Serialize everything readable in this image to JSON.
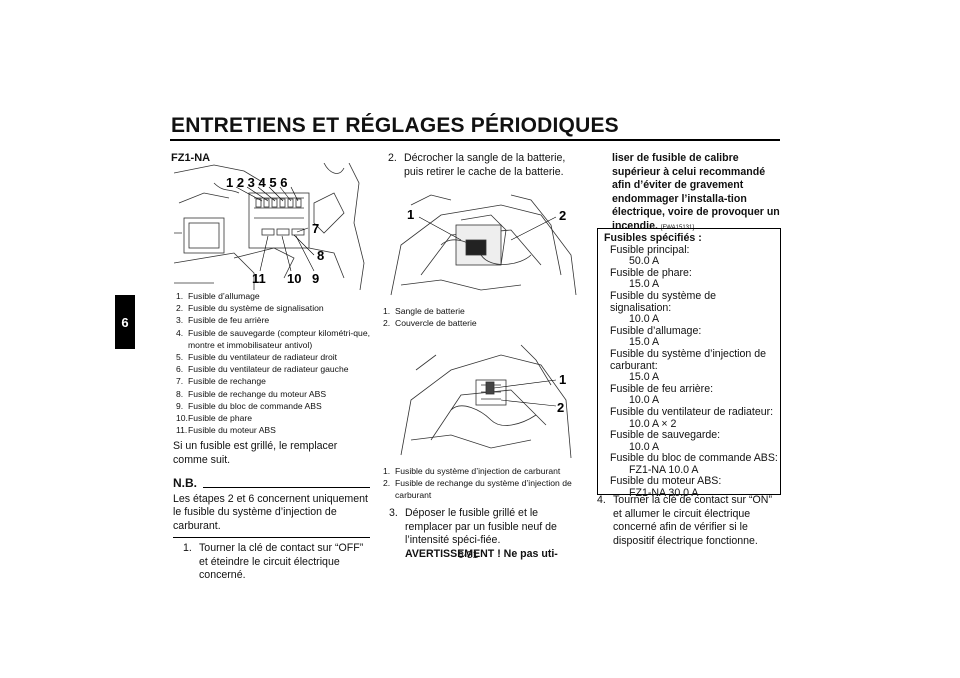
{
  "header": {
    "title": "ENTRETIENS ET RÉGLAGES PÉRIODIQUES",
    "chapter_tab": "6",
    "page_number": "6-31"
  },
  "col1": {
    "model": "FZ1-NA",
    "figure_callouts": {
      "top": "1 2 3 4 5 6",
      "c7": "7",
      "c8": "8",
      "c9": "9",
      "c10": "10",
      "c11": "11"
    },
    "captions": [
      {
        "n": "1.",
        "t": "Fusible d’allumage"
      },
      {
        "n": "2.",
        "t": "Fusible du système de signalisation"
      },
      {
        "n": "3.",
        "t": "Fusible de feu arrière"
      },
      {
        "n": "4.",
        "t": "Fusible de sauvegarde (compteur kilométri-que, montre et immobilisateur antivol)"
      },
      {
        "n": "5.",
        "t": "Fusible du ventilateur de radiateur droit"
      },
      {
        "n": "6.",
        "t": "Fusible du ventilateur de radiateur gauche"
      },
      {
        "n": "7.",
        "t": "Fusible de rechange"
      },
      {
        "n": "8.",
        "t": "Fusible de rechange du moteur ABS"
      },
      {
        "n": "9.",
        "t": "Fusible du bloc de commande ABS"
      },
      {
        "n": "10.",
        "t": "Fusible de phare"
      },
      {
        "n": "11.",
        "t": "Fusible du moteur ABS"
      }
    ],
    "para": "Si un fusible est grillé, le remplacer comme suit.",
    "nb_title": "N.B.",
    "nb_text": "Les étapes 2 et 6 concernent uniquement le fusible du système d’injection de carburant.",
    "step1_n": "1.",
    "step1": "Tourner la clé de contact sur “OFF” et éteindre le circuit électrique concerné."
  },
  "col2": {
    "step2_n": "2.",
    "step2": "Décrocher la sangle de la batterie, puis retirer le cache de la batterie.",
    "fig1_labels": {
      "a": "1",
      "b": "2"
    },
    "fig1_captions": [
      {
        "n": "1.",
        "t": "Sangle de batterie"
      },
      {
        "n": "2.",
        "t": "Couvercle de batterie"
      }
    ],
    "fig2_labels": {
      "a": "1",
      "b": "2"
    },
    "fig2_captions": [
      {
        "n": "1.",
        "t": "Fusible du système d’injection de carburant"
      },
      {
        "n": "2.",
        "t": "Fusible de rechange du système d’injection de carburant"
      }
    ],
    "step3_n": "3.",
    "step3": "Déposer le fusible grillé et le remplacer par un fusible neuf de l’intensité spéci-fiée.",
    "step3_warn": "AVERTISSEMENT ! Ne pas uti-"
  },
  "col3": {
    "warn_cont": "liser de fusible de calibre supérieur à celui recommandé afin d’éviter de gravement endommager l’installa-tion électrique, voire de provoquer un incendie.",
    "warn_code": "[FWA15131]",
    "spec": {
      "title": "Fusibles spécifiés :",
      "lines": [
        {
          "lvl": 1,
          "t": "Fusible principal:"
        },
        {
          "lvl": 2,
          "t": "50.0 A"
        },
        {
          "lvl": 1,
          "t": "Fusible de phare:"
        },
        {
          "lvl": 2,
          "t": "15.0 A"
        },
        {
          "lvl": 1,
          "t": "Fusible du système de signalisation:"
        },
        {
          "lvl": 2,
          "t": "10.0 A"
        },
        {
          "lvl": 1,
          "t": "Fusible d’allumage:"
        },
        {
          "lvl": 2,
          "t": "15.0 A"
        },
        {
          "lvl": 1,
          "t": "Fusible du système d’injection de"
        },
        {
          "lvl": 1,
          "t": "carburant:"
        },
        {
          "lvl": 2,
          "t": "15.0 A"
        },
        {
          "lvl": 1,
          "t": "Fusible de feu arrière:"
        },
        {
          "lvl": 2,
          "t": "10.0 A"
        },
        {
          "lvl": 1,
          "t": "Fusible du ventilateur de radiateur:"
        },
        {
          "lvl": 2,
          "t": "10.0 A × 2"
        },
        {
          "lvl": 1,
          "t": "Fusible de sauvegarde:"
        },
        {
          "lvl": 2,
          "t": "10.0 A"
        },
        {
          "lvl": 1,
          "t": "Fusible du bloc de commande ABS:"
        },
        {
          "lvl": 2,
          "t": "FZ1-NA 10.0 A"
        },
        {
          "lvl": 1,
          "t": "Fusible du moteur ABS:"
        },
        {
          "lvl": 2,
          "t": "FZ1-NA 30.0 A"
        }
      ]
    },
    "step4_n": "4.",
    "step4": "Tourner la clé de contact sur “ON” et allumer le circuit électrique concerné afin de vérifier si le dispositif électrique fonctionne."
  }
}
